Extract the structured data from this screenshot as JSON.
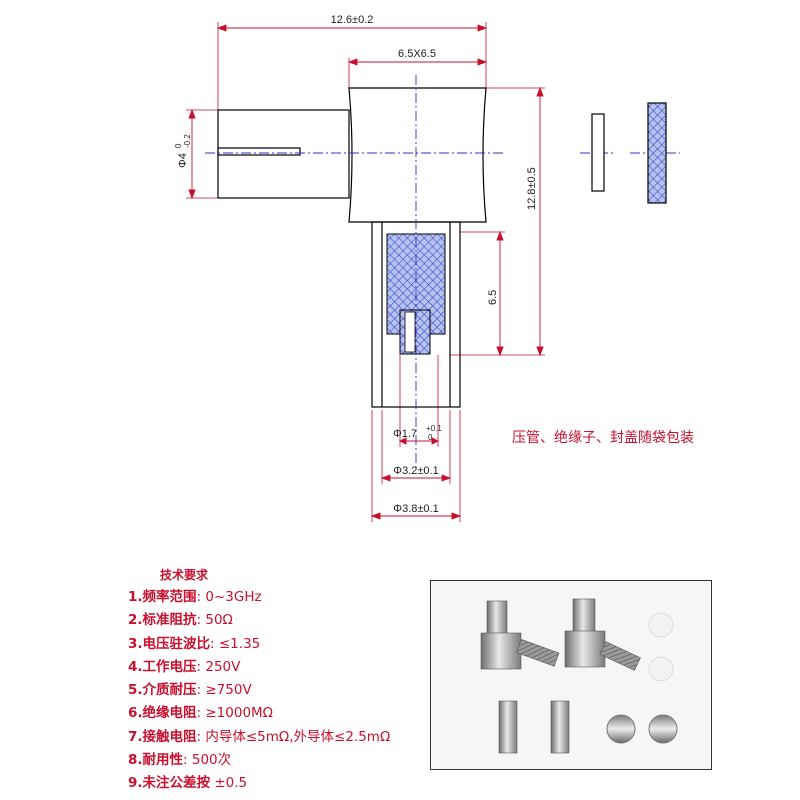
{
  "dimensions": {
    "overall_length": "12.6±0.2",
    "body_size": "6.5X6.5",
    "pin_dia_prefix": "Φ4",
    "pin_dia_tol_upper": "0",
    "pin_dia_tol_lower": "-0.2",
    "height": "12.8±0.5",
    "sleeve_length": "6.5",
    "inner_dia_prefix": "Φ1.7",
    "inner_dia_tol_upper": "+0.1",
    "inner_dia_tol_lower": "0",
    "mid_dia": "Φ3.2±0.1",
    "outer_dia": "Φ3.8±0.1"
  },
  "packaging_note": "压管、绝缘子、封盖随袋包装",
  "specs": {
    "title": "技术要求",
    "items": [
      {
        "label": "1.频率范围",
        "value": ": 0~3GHz"
      },
      {
        "label": "2.标准阻抗",
        "value": ": 50Ω"
      },
      {
        "label": "3.电压驻波比",
        "value": ": ≤1.35"
      },
      {
        "label": "4.工作电压",
        "value": ": 250V"
      },
      {
        "label": "5.介质耐压",
        "value": ": ≥750V"
      },
      {
        "label": "6.绝缘电阻",
        "value": ": ≥1000MΩ"
      },
      {
        "label": "7.接触电阻",
        "value": ": 内导体≤5mΩ,外导体≤2.5mΩ"
      },
      {
        "label": "8.耐用性",
        "value": ": 500次"
      },
      {
        "label": "9.未注公差按",
        "value": " ±0.5"
      }
    ]
  },
  "colors": {
    "outline": "#000000",
    "dimension_line": "#c8102e",
    "center_line": "#3030c0",
    "insulator_fill": "#9aa8e8",
    "text_red": "#c8102e"
  }
}
